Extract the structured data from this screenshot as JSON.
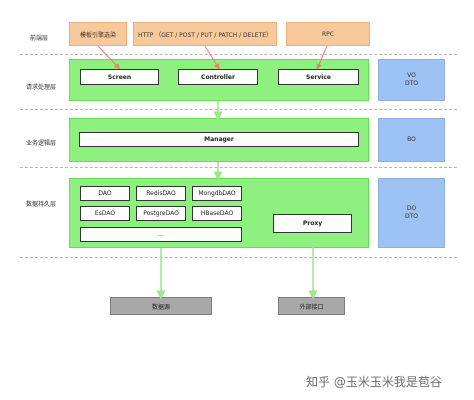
{
  "layers": {
    "frontend": "前端层",
    "request": "请求处理层",
    "business": "业务逻辑层",
    "persistence": "数据持久层"
  },
  "frontend_boxes": {
    "template": "模板引擎选染",
    "http": "HTTP （GET / POST / PUT / PATCH / DELETE）",
    "rpc": "RPC"
  },
  "request_boxes": {
    "screen": "Screen",
    "controller": "Controller",
    "service": "Service"
  },
  "business_boxes": {
    "manager": "Manager"
  },
  "persistence_boxes": {
    "dao": "DAO",
    "redis_dao": "RedisDAO",
    "mongodb_dao": "MongdbDAO",
    "es_dao": "EsDAO",
    "postgre_dao": "PostgreDAO",
    "hbase_dao": "HBaseDAO",
    "ellipsis": "...",
    "proxy": "Proxy"
  },
  "objects": {
    "request_vo": "VO",
    "request_dto": "DTO",
    "business_bo": "BO",
    "persistence_do": "DO",
    "persistence_dto": "DTO"
  },
  "sinks": {
    "datasource": "数据源",
    "external_api": "外部接口"
  },
  "watermark": "知乎 @玉米玉米我是苞谷",
  "colors": {
    "frontend_box": "#f8c99c",
    "layer_green": "#8ef07e",
    "object_blue": "#9cc3f3",
    "sink_gray": "#a8a8a8",
    "arrow_red": "#e8826e",
    "arrow_green": "#9ee58d"
  }
}
